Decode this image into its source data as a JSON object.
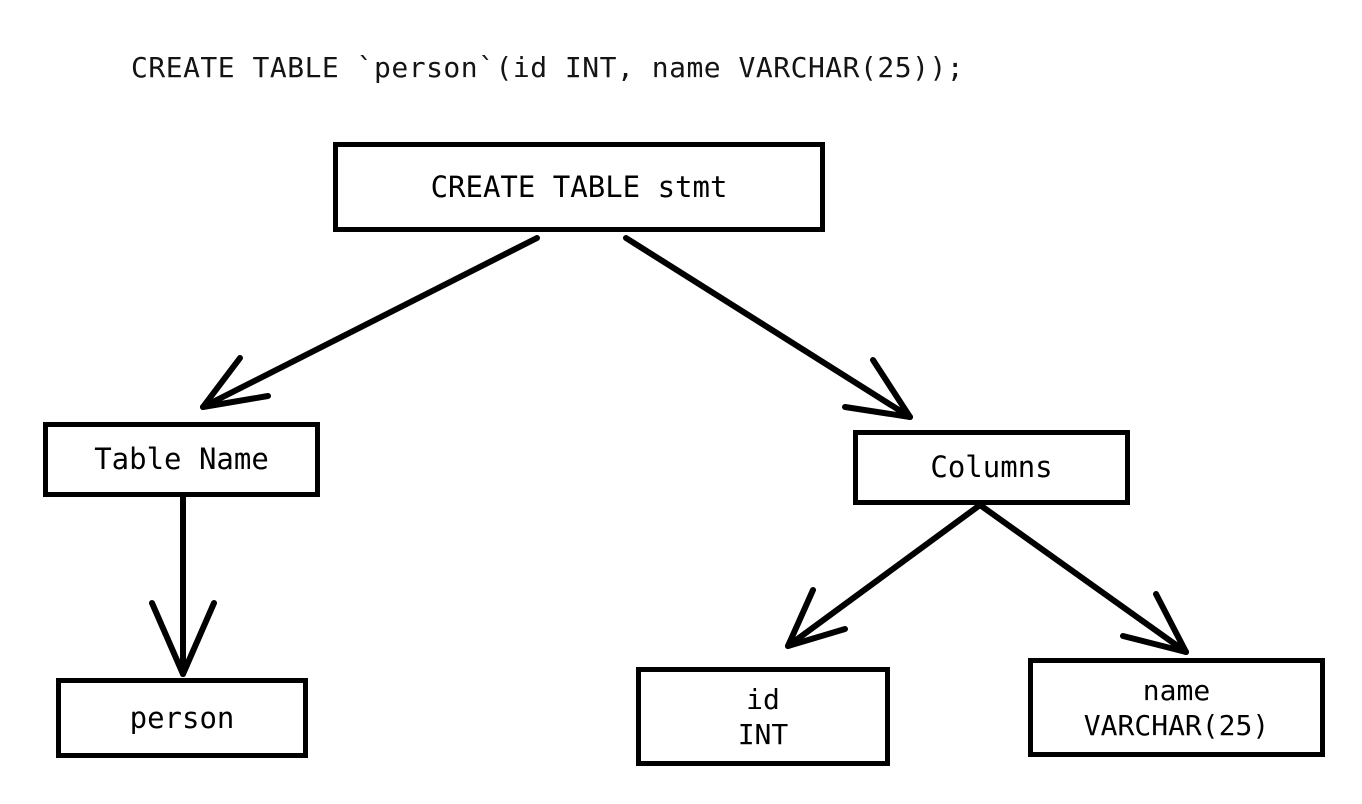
{
  "diagram": {
    "title": "CREATE TABLE `person`(id INT, name VARCHAR(25));",
    "type": "parse-tree",
    "background_color": "#ffffff",
    "stroke_color": "#000000",
    "text_color": "#000000",
    "nodes": [
      {
        "id": "root",
        "label": "CREATE TABLE stmt",
        "line1": "CREATE TABLE stmt",
        "line2": ""
      },
      {
        "id": "tname",
        "label": "Table Name",
        "line1": "Table Name",
        "line2": ""
      },
      {
        "id": "cols",
        "label": "Columns",
        "line1": "Columns",
        "line2": ""
      },
      {
        "id": "person",
        "label": "person",
        "line1": "person",
        "line2": ""
      },
      {
        "id": "id",
        "label": "id INT",
        "line1": "id",
        "line2": "INT"
      },
      {
        "id": "name",
        "label": "name VARCHAR(25)",
        "line1": "name",
        "line2": "VARCHAR(25)"
      }
    ],
    "edges": [
      {
        "from": "root",
        "to": "tname",
        "arrow": "open"
      },
      {
        "from": "root",
        "to": "cols",
        "arrow": "open"
      },
      {
        "from": "tname",
        "to": "person",
        "arrow": "open"
      },
      {
        "from": "cols",
        "to": "id",
        "arrow": "open"
      },
      {
        "from": "cols",
        "to": "name",
        "arrow": "open"
      }
    ]
  }
}
